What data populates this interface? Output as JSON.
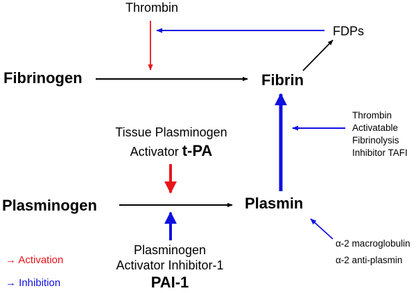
{
  "nodes": {
    "thrombin": "Thrombin",
    "fdps": "FDPs",
    "fibrinogen": "Fibrinogen",
    "fibrin": "Fibrin",
    "tpa_line1": "Tissue Plasminogen",
    "tpa_line2": "Activator",
    "tpa_abbr": "t-PA",
    "tafi_line1": "Thrombin",
    "tafi_line2": "Activatable",
    "tafi_line3": "Fibrinolysis",
    "tafi_line4": "Inhibitor TAFI",
    "plasminogen": "Plasminogen",
    "plasmin": "Plasmin",
    "pai_line1": "Plasminogen",
    "pai_line2": "Activator Inhibitor-1",
    "pai_abbr": "PAI-1",
    "macroglobulin": "α-2 macroglobulin",
    "antiplasmin": "α-2 anti-plasmin"
  },
  "legend": {
    "activation": "→ Activation",
    "inhibition": "→ Inhibition"
  },
  "colors": {
    "activation": "#e8141c",
    "inhibition": "#1010e0",
    "conversion": "#000000"
  }
}
